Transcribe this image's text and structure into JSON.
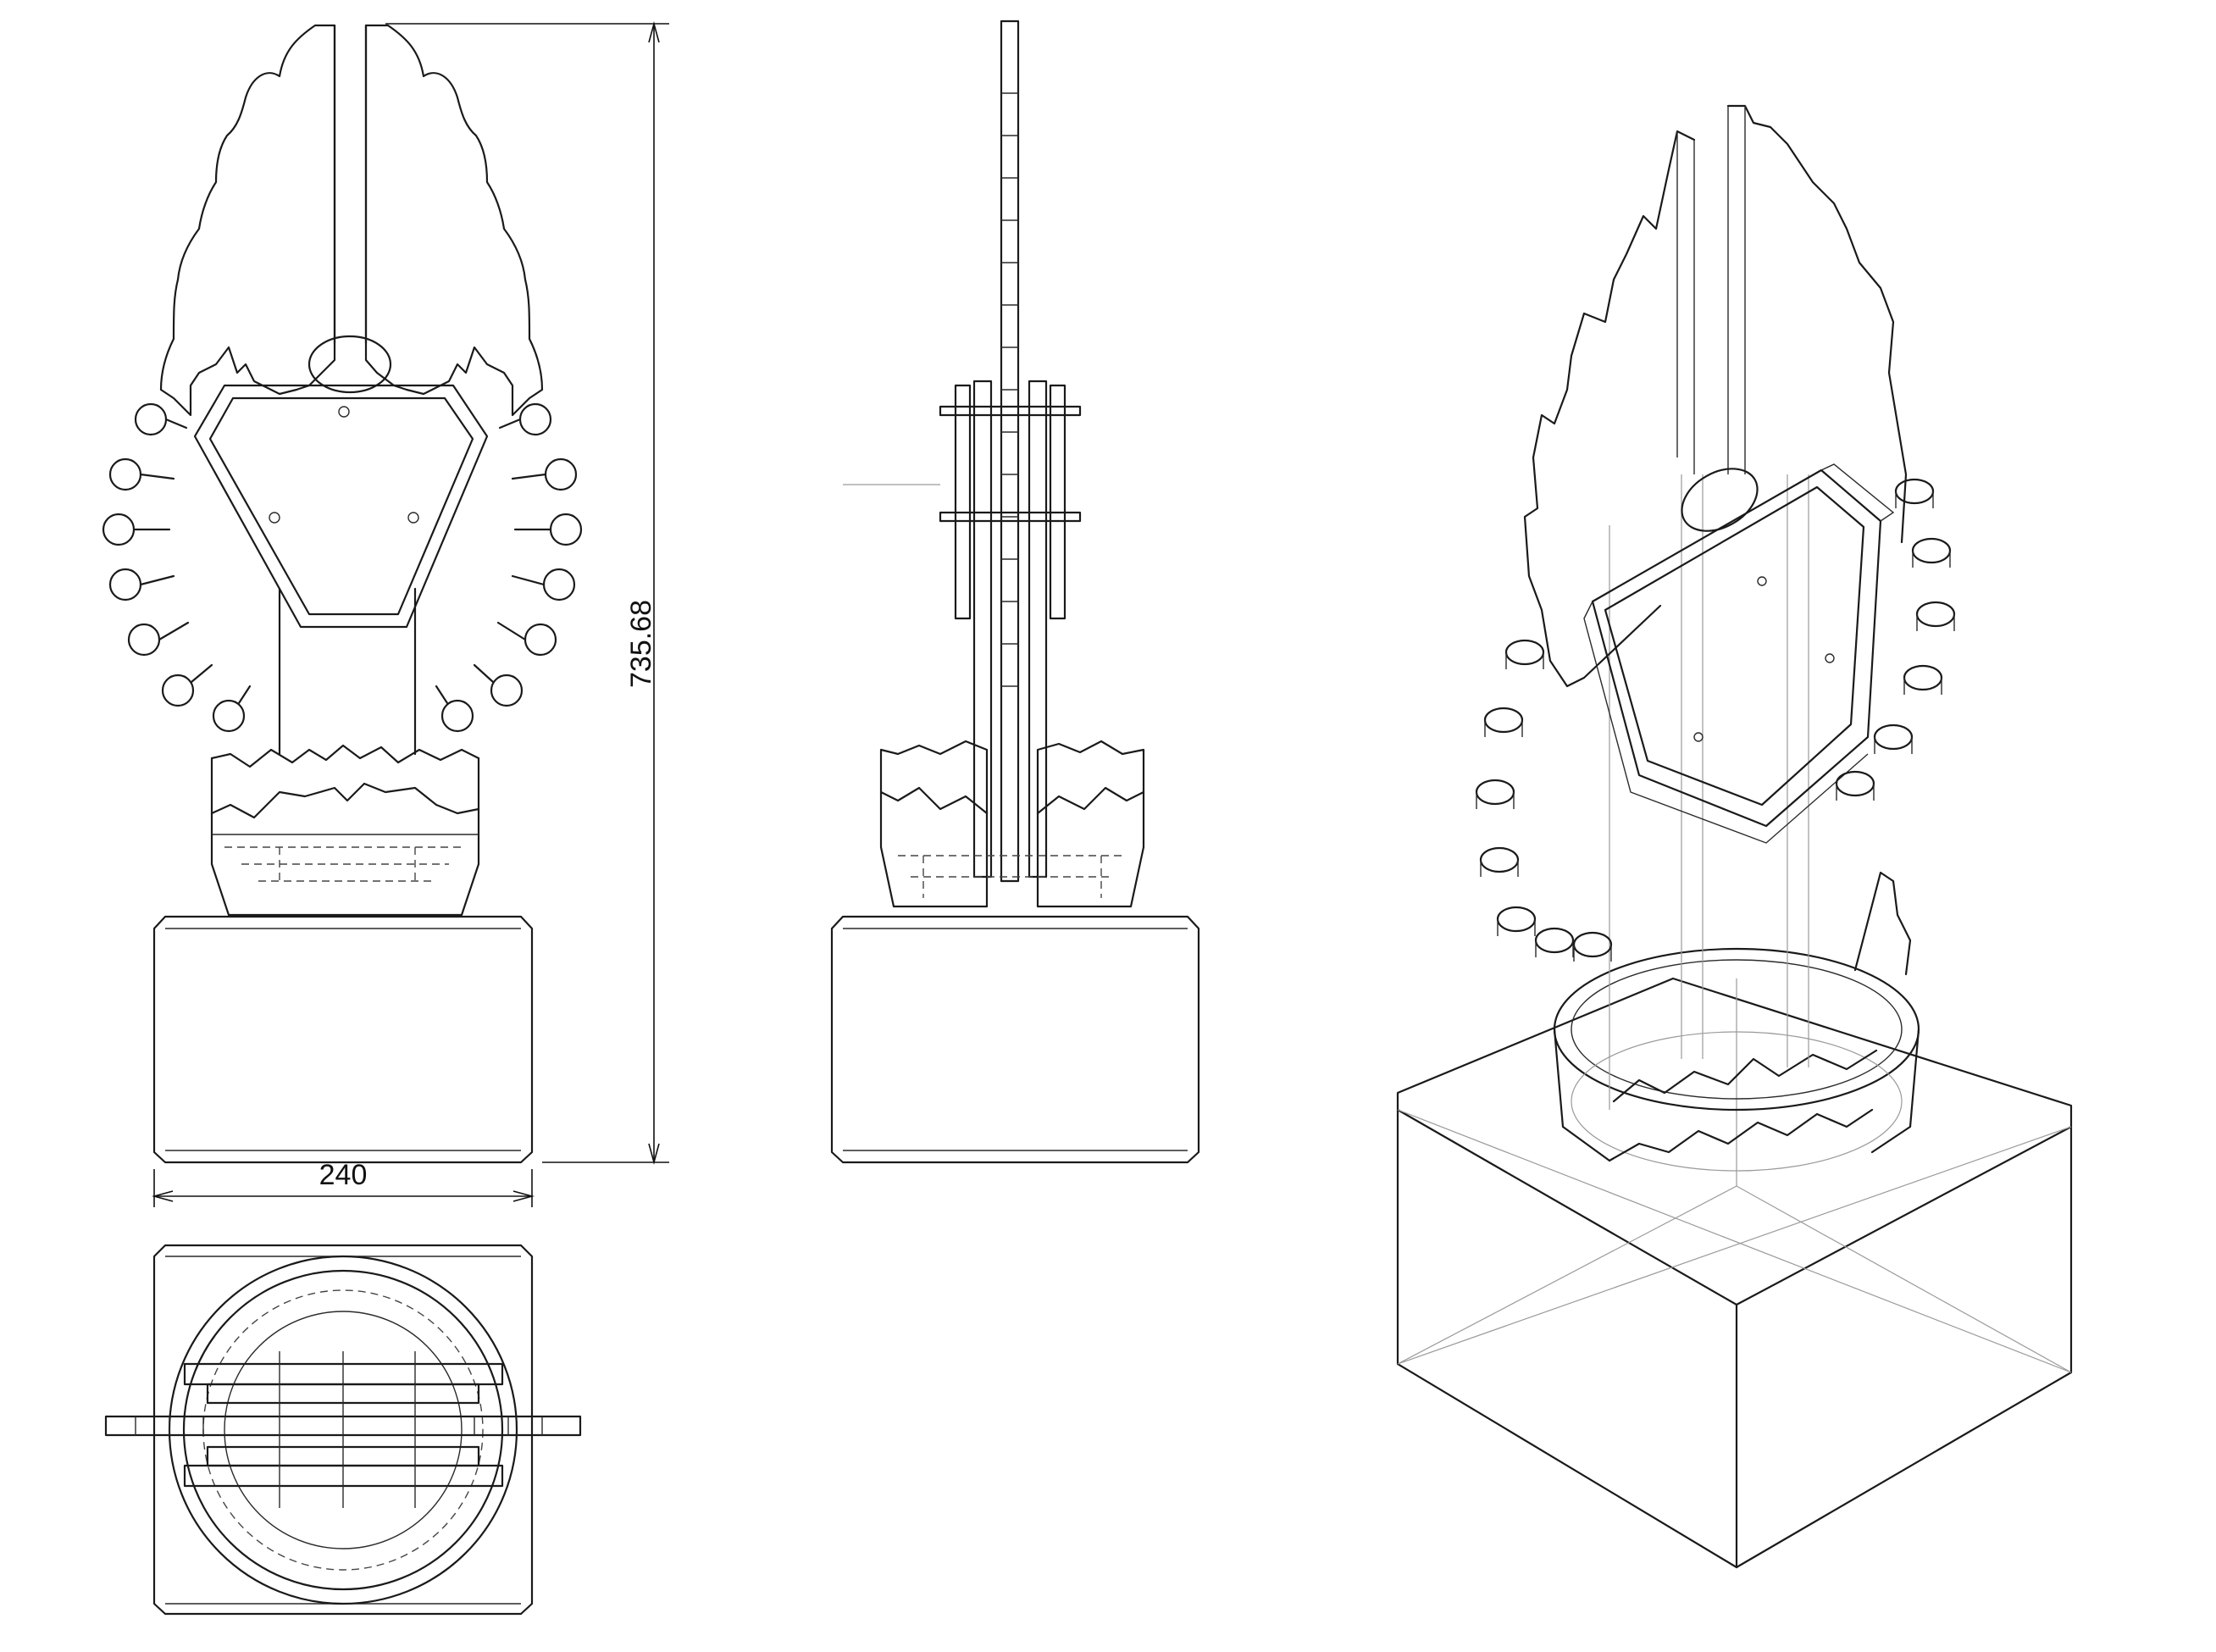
{
  "dimensions": {
    "width_label": "240",
    "height_label": "735.68"
  },
  "views": [
    "front",
    "side",
    "top",
    "isometric"
  ],
  "colors": {
    "line": "#1a1a1a",
    "hidden": "#444444",
    "ghost": "#9a9a9a",
    "background": "#ffffff"
  }
}
